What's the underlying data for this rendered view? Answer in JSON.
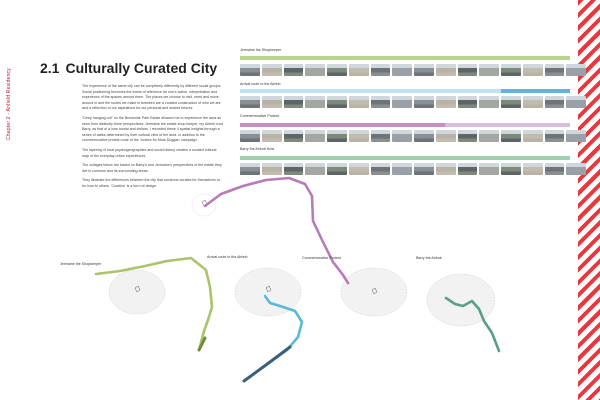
{
  "chapter_label": "Chapter 2 - Anfield Residency",
  "section": {
    "number": "2.1",
    "title": "Culturally Curated City"
  },
  "body_paragraphs": [
    "The experience of the same city can be completely differently by different social groups. Social positioning becomes the frame of reference for one's action, interpretation and experience of the spaces around them. The places we choose to visit, meet and move around in and the routes we make in between are a curated construction of who we are and a reflection of our aspirations for our personal and shared futures.",
    "\"Deep hanging out\" on the Breckside Park Estate allowed me to experience the area as seen from distinctly three perspectives: Jermaine the estate shop keeper, my Airbnb host Barry, as that of a lone tourist and visitors. I recorded these 4 spatial insights through a series of walks determined by their cultural view of the area. In addition to the commemorative protest route of the 'Justice for Mark Duggan' campaign.",
    "The layering of local psychogeographies and social history creates a curated cultural map of the everyday urban experiences.",
    "The collages below are based on Barry's and Jermaine's perspectives of the estate they live in common and its surrounding areas.",
    "They illustrate the differences between the city that someone curates for themselves or for how to others. 'Curation' is a form of design."
  ],
  "strips": [
    {
      "label": "Jermaine the Shopkeeper",
      "bar_color": "#b9d48f",
      "highlight": null,
      "highlight_color": null,
      "photo_count": 16
    },
    {
      "label": "Arrival route to the Airbnb",
      "bar_color": "#bfe3ee",
      "highlight": [
        0.79,
        1.0
      ],
      "highlight_color": "#5cb6dd",
      "photo_count": 16
    },
    {
      "label": "Commemorative Protest",
      "bar_color": "#d7bfdc",
      "highlight": [
        0.0,
        0.62
      ],
      "highlight_color": "#c590c9",
      "photo_count": 16
    },
    {
      "label": "Barry the Airbnb Host",
      "bar_color": "#9ed1ac",
      "highlight": null,
      "highlight_color": null,
      "photo_count": 16
    }
  ],
  "routes": [
    {
      "label": "Jermaine the Shopkeeper",
      "color": "#a9c46a"
    },
    {
      "label": "Arrival route to the Airbnb",
      "color": "#5bb8d8"
    },
    {
      "label": "Commemorative Protest",
      "color": "#b77bba"
    },
    {
      "label": "Barry the Airbnb",
      "color": "#5a9e8a"
    }
  ],
  "colors": {
    "accent": "#c8102e",
    "hatch": "#e8383d",
    "title": "#222222"
  }
}
